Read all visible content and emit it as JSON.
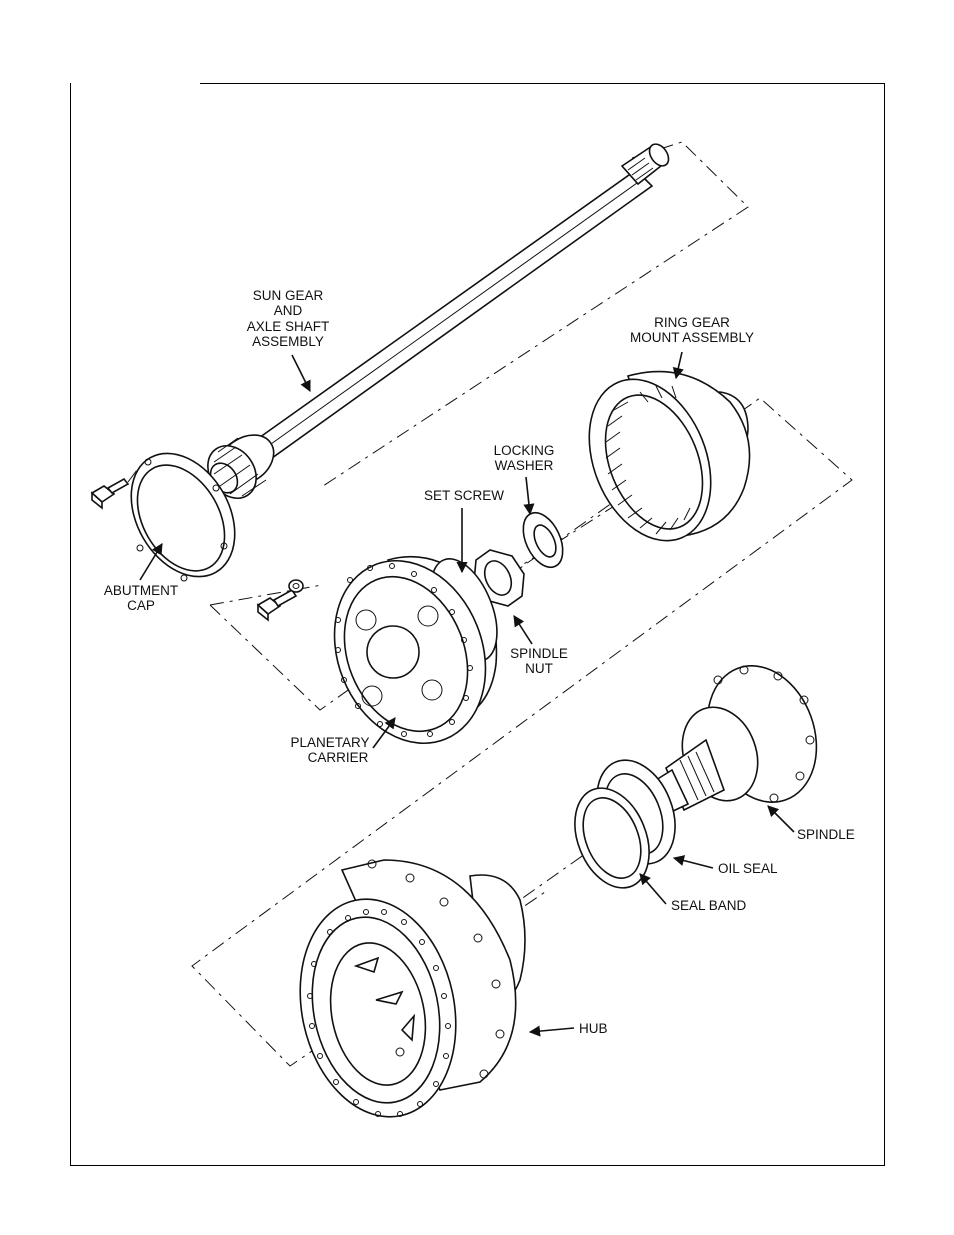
{
  "labels": {
    "sun_gear": [
      "SUN GEAR",
      "AND",
      "AXLE SHAFT",
      "ASSEMBLY"
    ],
    "ring_gear": [
      "RING GEAR",
      "MOUNT ASSEMBLY"
    ],
    "locking_washer": [
      "LOCKING",
      "WASHER"
    ],
    "set_screw": "SET SCREW",
    "abutment_cap": [
      "ABUTMENT",
      "CAP"
    ],
    "spindle_nut": [
      "SPINDLE",
      "NUT"
    ],
    "planetary_carrier": [
      "PLANETARY",
      "CARRIER"
    ],
    "spindle": "SPINDLE",
    "oil_seal": "OIL SEAL",
    "seal_band": "SEAL BAND",
    "hub": "HUB"
  }
}
